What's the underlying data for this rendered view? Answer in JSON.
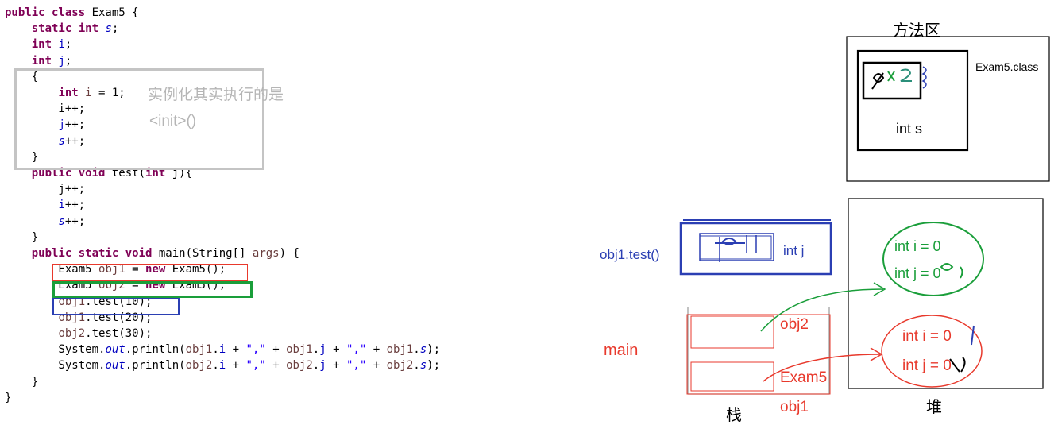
{
  "code": {
    "lines": [
      [
        {
          "t": "public class ",
          "c": "kw"
        },
        {
          "t": "Exam5 {",
          "c": ""
        }
      ],
      [
        {
          "t": "    ",
          "c": ""
        },
        {
          "t": "static int ",
          "c": "kw"
        },
        {
          "t": "s",
          "c": "sta"
        },
        {
          "t": ";",
          "c": ""
        }
      ],
      [
        {
          "t": "    ",
          "c": ""
        },
        {
          "t": "int ",
          "c": "kw"
        },
        {
          "t": "i",
          "c": "fld"
        },
        {
          "t": ";",
          "c": ""
        }
      ],
      [
        {
          "t": "    ",
          "c": ""
        },
        {
          "t": "int ",
          "c": "kw"
        },
        {
          "t": "j",
          "c": "fld"
        },
        {
          "t": ";",
          "c": ""
        }
      ],
      [
        {
          "t": "    {",
          "c": ""
        }
      ],
      [
        {
          "t": "        ",
          "c": ""
        },
        {
          "t": "int ",
          "c": "kw"
        },
        {
          "t": "i",
          "c": "loc"
        },
        {
          "t": " = 1;",
          "c": ""
        }
      ],
      [
        {
          "t": "        i++;",
          "c": ""
        }
      ],
      [
        {
          "t": "        ",
          "c": ""
        },
        {
          "t": "j",
          "c": "fld"
        },
        {
          "t": "++;",
          "c": ""
        }
      ],
      [
        {
          "t": "        ",
          "c": ""
        },
        {
          "t": "s",
          "c": "sta"
        },
        {
          "t": "++;",
          "c": ""
        }
      ],
      [
        {
          "t": "    }",
          "c": ""
        }
      ],
      [
        {
          "t": "    ",
          "c": ""
        },
        {
          "t": "public void ",
          "c": "kw"
        },
        {
          "t": "test(",
          "c": ""
        },
        {
          "t": "int ",
          "c": "kw"
        },
        {
          "t": "j){",
          "c": ""
        }
      ],
      [
        {
          "t": "        j++;",
          "c": ""
        }
      ],
      [
        {
          "t": "        ",
          "c": ""
        },
        {
          "t": "i",
          "c": "fld"
        },
        {
          "t": "++;",
          "c": ""
        }
      ],
      [
        {
          "t": "        ",
          "c": ""
        },
        {
          "t": "s",
          "c": "sta"
        },
        {
          "t": "++;",
          "c": ""
        }
      ],
      [
        {
          "t": "    }",
          "c": ""
        }
      ],
      [
        {
          "t": "    ",
          "c": ""
        },
        {
          "t": "public static void ",
          "c": "kw"
        },
        {
          "t": "main(String[] ",
          "c": ""
        },
        {
          "t": "args",
          "c": "loc"
        },
        {
          "t": ") {",
          "c": ""
        }
      ],
      [
        {
          "t": "        Exam5 ",
          "c": ""
        },
        {
          "t": "obj1",
          "c": "loc"
        },
        {
          "t": " = ",
          "c": ""
        },
        {
          "t": "new ",
          "c": "kw"
        },
        {
          "t": "Exam5();",
          "c": ""
        }
      ],
      [
        {
          "t": "        Exam5 ",
          "c": ""
        },
        {
          "t": "obj2",
          "c": "loc"
        },
        {
          "t": " = ",
          "c": ""
        },
        {
          "t": "new ",
          "c": "kw"
        },
        {
          "t": "Exam5();",
          "c": ""
        }
      ],
      [
        {
          "t": "        ",
          "c": ""
        },
        {
          "t": "obj1",
          "c": "loc"
        },
        {
          "t": ".test(10);",
          "c": ""
        }
      ],
      [
        {
          "t": "        ",
          "c": ""
        },
        {
          "t": "obj1",
          "c": "loc"
        },
        {
          "t": ".test(20);",
          "c": ""
        }
      ],
      [
        {
          "t": "        ",
          "c": ""
        },
        {
          "t": "obj2",
          "c": "loc"
        },
        {
          "t": ".test(30);",
          "c": ""
        }
      ],
      [
        {
          "t": "        System.",
          "c": ""
        },
        {
          "t": "out",
          "c": "sta"
        },
        {
          "t": ".println(",
          "c": ""
        },
        {
          "t": "obj1",
          "c": "loc"
        },
        {
          "t": ".",
          "c": ""
        },
        {
          "t": "i",
          "c": "fld"
        },
        {
          "t": " + ",
          "c": ""
        },
        {
          "t": "\",\"",
          "c": "str"
        },
        {
          "t": " + ",
          "c": ""
        },
        {
          "t": "obj1",
          "c": "loc"
        },
        {
          "t": ".",
          "c": ""
        },
        {
          "t": "j",
          "c": "fld"
        },
        {
          "t": " + ",
          "c": ""
        },
        {
          "t": "\",\"",
          "c": "str"
        },
        {
          "t": " + ",
          "c": ""
        },
        {
          "t": "obj1",
          "c": "loc"
        },
        {
          "t": ".",
          "c": ""
        },
        {
          "t": "s",
          "c": "sta"
        },
        {
          "t": ");",
          "c": ""
        }
      ],
      [
        {
          "t": "        System.",
          "c": ""
        },
        {
          "t": "out",
          "c": "sta"
        },
        {
          "t": ".println(",
          "c": ""
        },
        {
          "t": "obj2",
          "c": "loc"
        },
        {
          "t": ".",
          "c": ""
        },
        {
          "t": "i",
          "c": "fld"
        },
        {
          "t": " + ",
          "c": ""
        },
        {
          "t": "\",\"",
          "c": "str"
        },
        {
          "t": " + ",
          "c": ""
        },
        {
          "t": "obj2",
          "c": "loc"
        },
        {
          "t": ".",
          "c": ""
        },
        {
          "t": "j",
          "c": "fld"
        },
        {
          "t": " + ",
          "c": ""
        },
        {
          "t": "\",\"",
          "c": "str"
        },
        {
          "t": " + ",
          "c": ""
        },
        {
          "t": "obj2",
          "c": "loc"
        },
        {
          "t": ".",
          "c": ""
        },
        {
          "t": "s",
          "c": "sta"
        },
        {
          "t": ");",
          "c": ""
        }
      ],
      [
        {
          "t": "    }",
          "c": ""
        }
      ],
      [
        {
          "t": "}",
          "c": ""
        }
      ]
    ],
    "note": {
      "line1": "实例化其实执行的是",
      "line2": "<init>()"
    }
  },
  "diagram": {
    "method_area": {
      "title": "方法区",
      "class_label": "Exam5.class",
      "static_field": "int s"
    },
    "heap": {
      "title": "堆",
      "obj2_fields": [
        "int i = 0",
        "int j = 0"
      ],
      "obj1_fields": [
        "int i = 0",
        "int j = 0"
      ]
    },
    "stack": {
      "title": "栈",
      "main_label": "main",
      "slot_labels": [
        "obj2",
        "Exam5",
        "obj1"
      ]
    },
    "test_frame": {
      "label": "obj1.test()",
      "param": "int j"
    },
    "colors": {
      "red": "#e8392c",
      "green": "#1a9e3a",
      "blue": "#2b3fb3",
      "gray": "#c4c4c4"
    }
  }
}
